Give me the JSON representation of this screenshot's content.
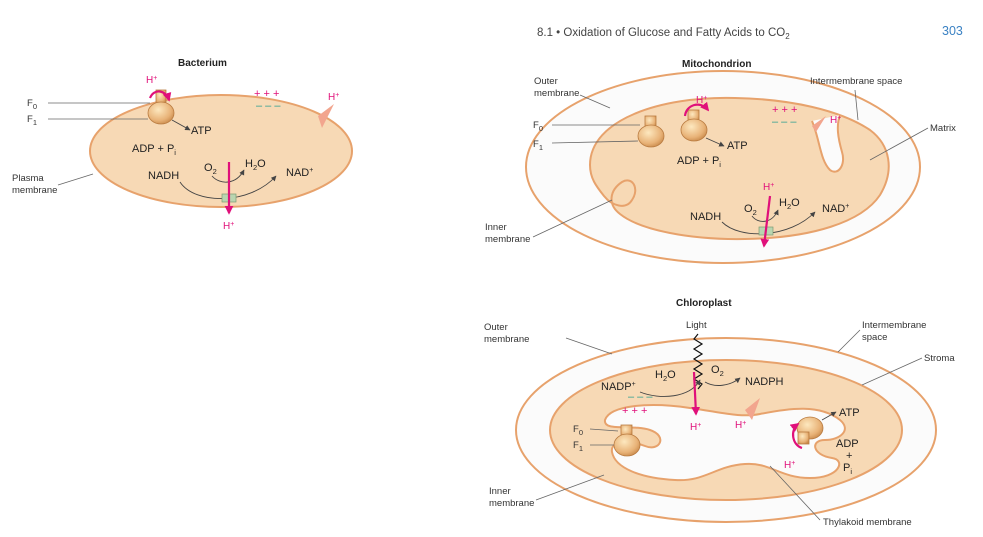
{
  "header": {
    "section_text": "8.1 • Oxidation of Glucose and Fatty Acids to CO",
    "section_sub": "2",
    "page_number": "303"
  },
  "bacterium": {
    "title": "Bacterium",
    "f0": "F",
    "f0_sub": "0",
    "f1": "F",
    "f1_sub": "1",
    "plasma_membrane_line1": "Plasma",
    "plasma_membrane_line2": "membrane",
    "atp": "ATP",
    "adp": "ADP + P",
    "adp_sub": "i",
    "nadh": "NADH",
    "o2": "O",
    "o2_sub": "2",
    "h2o_h": "H",
    "h2o_sub": "2",
    "h2o_o": "O",
    "nad": "NAD",
    "nad_sup": "+",
    "hplus": "H+",
    "plus_signs": "+ + +",
    "minus_signs": "– – –"
  },
  "mitochondrion": {
    "title": "Mitochondrion",
    "outer_membrane_line1": "Outer",
    "outer_membrane_line2": "membrane",
    "intermembrane_space": "Intermembrane space",
    "matrix": "Matrix",
    "f0": "F",
    "f0_sub": "0",
    "f1": "F",
    "f1_sub": "1",
    "atp": "ATP",
    "adp": "ADP + P",
    "adp_sub": "i",
    "nadh": "NADH",
    "o2": "O",
    "o2_sub": "2",
    "h2o_h": "H",
    "h2o_sub": "2",
    "h2o_o": "O",
    "nad": "NAD",
    "nad_sup": "+",
    "inner_membrane_line1": "Inner",
    "inner_membrane_line2": "membrane",
    "hplus": "H+",
    "plus_signs": "+ + +",
    "minus_signs": "– – –"
  },
  "chloroplast": {
    "title": "Chloroplast",
    "light": "Light",
    "outer_membrane_line1": "Outer",
    "outer_membrane_line2": "membrane",
    "intermembrane_space_line1": "Intermembrane",
    "intermembrane_space_line2": "space",
    "stroma": "Stroma",
    "nadp": "NADP",
    "nadp_sup": "+",
    "h2o_h": "H",
    "h2o_sub": "2",
    "h2o_o": "O",
    "o2": "O",
    "o2_sub": "2",
    "nadph": "NADPH",
    "atp": "ATP",
    "adp": "ADP",
    "plus": "+",
    "pi": "P",
    "pi_sub": "i",
    "f0": "F",
    "f0_sub": "0",
    "f1": "F",
    "f1_sub": "1",
    "inner_membrane_line1": "Inner",
    "inner_membrane_line2": "membrane",
    "thylakoid_membrane": "Thylakoid membrane",
    "hplus": "H+",
    "plus_signs": "+ + +",
    "minus_signs": "– – –"
  },
  "colors": {
    "cell_fill": "#f7d9b5",
    "membrane_stroke": "#e7a26c",
    "outer_fill": "#fbfbfb",
    "proton_arrow": "#e0107a",
    "minus": "#2a9d8f",
    "page_number": "#3b82c4"
  }
}
